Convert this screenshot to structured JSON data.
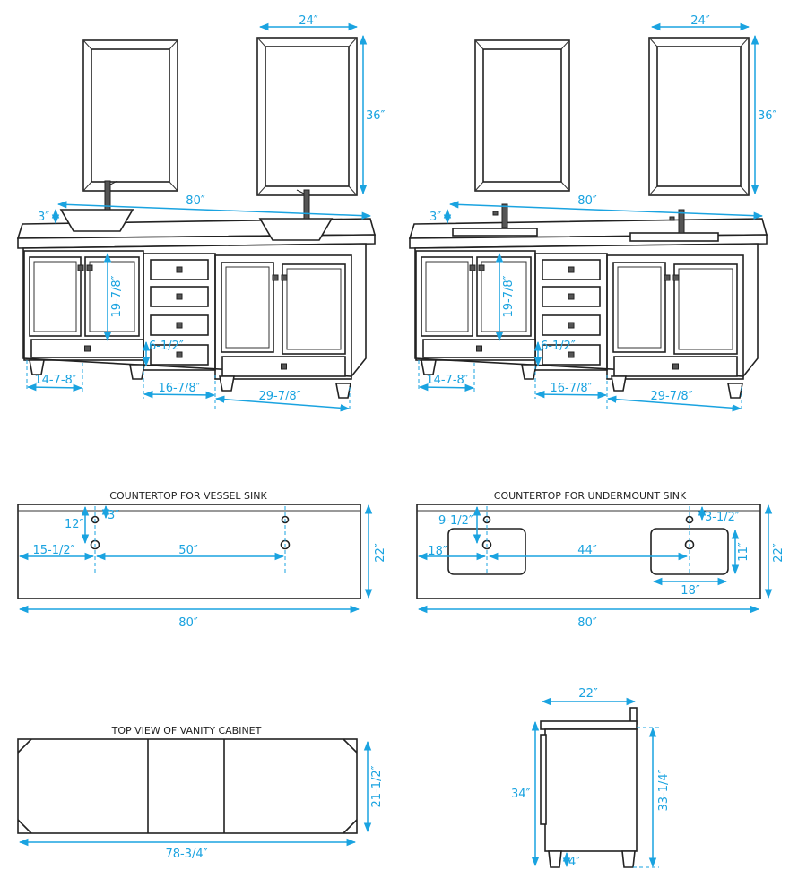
{
  "colors": {
    "dimension": "#1aa3e0",
    "line": "#222222"
  },
  "elevation_left": {
    "mirror_width": "24″",
    "mirror_height": "36″",
    "overall_width": "80″",
    "counter_thickness": "3″",
    "door_height": "19-7/8″",
    "drawer_height": "6-1/2″",
    "left_cabinet": "14-7-8″",
    "center_cabinet": "16-7/8″",
    "right_cabinet": "29-7/8″"
  },
  "elevation_right": {
    "mirror_width": "24″",
    "mirror_height": "36″",
    "overall_width": "80″",
    "counter_thickness": "3″",
    "door_height": "19-7/8″",
    "drawer_height": "6-1/2″",
    "left_cabinet": "14-7-8″",
    "center_cabinet": "16-7/8″",
    "right_cabinet": "29-7/8″"
  },
  "vessel_top": {
    "title": "COUNTERTOP FOR VESSEL SINK",
    "back_offset": "3″",
    "hole_depth": "12″",
    "side_offset": "15-1/2″",
    "center_distance": "50″",
    "depth": "22″",
    "width": "80″"
  },
  "undermount_top": {
    "title": "COUNTERTOP FOR UNDERMOUNT SINK",
    "hole_depth": "9-1/2″",
    "back_offset": "3-1/2″",
    "side_offset": "18″",
    "center_distance": "44″",
    "sink_depth": "11″",
    "depth": "22″",
    "sink_width": "18″",
    "width": "80″"
  },
  "cabinet_top": {
    "title": "TOP VIEW OF VANITY CABINET",
    "depth": "21-1/2″",
    "width": "78-3/4″"
  },
  "side_view": {
    "depth": "22″",
    "total_height": "34″",
    "cabinet_height": "33-1/4″",
    "toe_height": "4″"
  }
}
